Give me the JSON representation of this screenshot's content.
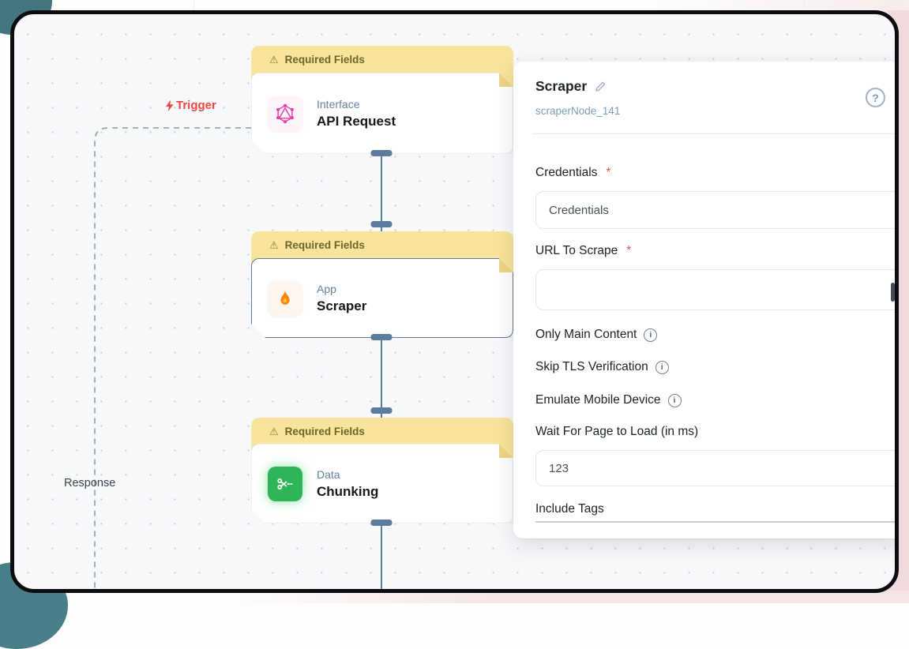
{
  "canvas": {
    "trigger_label": "Trigger",
    "response_label": "Response",
    "nodes": [
      {
        "banner": "Required Fields",
        "category": "Interface",
        "title": "API Request",
        "icon": "graphql-icon"
      },
      {
        "banner": "Required Fields",
        "category": "App",
        "title": "Scraper",
        "icon": "flame-icon"
      },
      {
        "banner": "Required Fields",
        "category": "Data",
        "title": "Chunking",
        "icon": "scissors-icon"
      }
    ],
    "warning_glyph": "⚠"
  },
  "panel": {
    "title": "Scraper",
    "node_id": "scraperNode_141",
    "help_glyph": "?",
    "info_glyph": "i",
    "required_mark": "*",
    "fields": {
      "credentials": {
        "label": "Credentials",
        "value": "Credentials"
      },
      "url": {
        "label": "URL To Scrape",
        "value": ""
      },
      "only_main_content": {
        "label": "Only Main Content"
      },
      "skip_tls": {
        "label": "Skip TLS Verification"
      },
      "emulate_mobile": {
        "label": "Emulate Mobile Device"
      },
      "wait_for_load": {
        "label": "Wait For Page to Load (in ms)",
        "value": "123"
      },
      "include_tags": {
        "label": "Include Tags"
      }
    }
  },
  "colors": {
    "banner_yellow": "#f8e49a",
    "banner_text": "#6e6527",
    "connector_slate": "#5c7c9b",
    "trigger_red": "#ee4444",
    "category_blue": "#64809e",
    "scissors_green": "#2fb457",
    "graphql_pink": "#e23fa9",
    "flame_orange": "#f6860b",
    "canvas_bg": "#f7f8fa",
    "frame_black": "#0c0d10"
  }
}
